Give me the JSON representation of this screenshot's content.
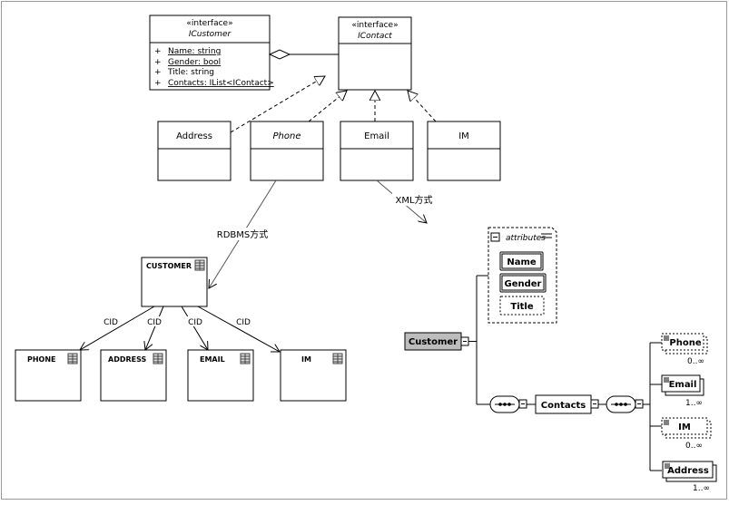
{
  "uml": {
    "icustomer": {
      "stereotype": "«interface»",
      "name": "ICustomer",
      "attributes": [
        {
          "vis": "+",
          "text": "Name: string"
        },
        {
          "vis": "+",
          "text": "Gender: bool"
        },
        {
          "vis": "+",
          "text": "Title: string"
        },
        {
          "vis": "+",
          "text": "Contacts: IList<IContact>"
        }
      ]
    },
    "icontact": {
      "stereotype": "«interface»",
      "name": "IContact"
    },
    "classes": [
      "Address",
      "Phone",
      "Email",
      "IM"
    ]
  },
  "labels": {
    "xml": "XML方式",
    "rdbms": "RDBMS方式"
  },
  "db": {
    "customer": "CUSTOMER",
    "children": [
      "PHONE",
      "ADDRESS",
      "EMAIL",
      "IM"
    ],
    "fk_label": "CID"
  },
  "xsd": {
    "attributes_title": "attributes",
    "attributes": [
      "Name",
      "Gender",
      "Title"
    ],
    "root": "Customer",
    "contacts": "Contacts",
    "elements": [
      {
        "name": "Phone",
        "card": "0..∞"
      },
      {
        "name": "Email",
        "card": "1..∞"
      },
      {
        "name": "IM",
        "card": "0..∞"
      },
      {
        "name": "Address",
        "card": "1..∞"
      }
    ]
  }
}
